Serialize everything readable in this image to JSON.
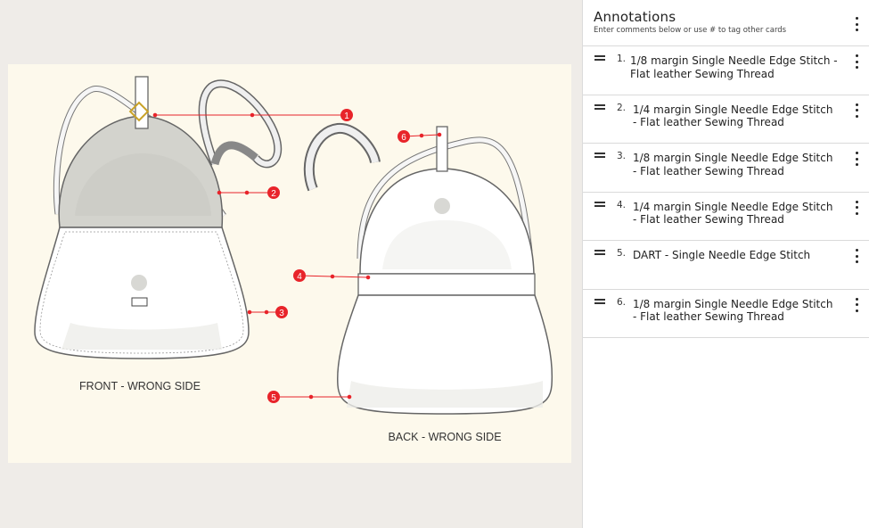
{
  "panel": {
    "title": "Annotations",
    "subtitle": "Enter comments below or use # to tag other cards"
  },
  "annotations": [
    {
      "num": "1.",
      "line1": "1/8 margin Single Needle Edge Stitch -",
      "line2": "Flat leather Sewing Thread"
    },
    {
      "num": "2.",
      "line1": "1/4 margin Single Needle Edge Stitch",
      "line2": "- Flat leather Sewing Thread"
    },
    {
      "num": "3.",
      "line1": "1/8 margin Single Needle Edge Stitch",
      "line2": "- Flat leather Sewing Thread"
    },
    {
      "num": "4.",
      "line1": "1/4 margin Single Needle Edge Stitch",
      "line2": "- Flat leather Sewing Thread"
    },
    {
      "num": "5.",
      "line1": "DART - Single Needle Edge Stitch",
      "line2": ""
    },
    {
      "num": "6.",
      "line1": "1/8 margin Single Needle Edge Stitch",
      "line2": "- Flat leather Sewing Thread"
    }
  ],
  "drawing": {
    "front_label": "FRONT - WRONG SIDE",
    "back_label": "BACK - WRONG SIDE",
    "markers": [
      "1",
      "2",
      "3",
      "4",
      "5",
      "6"
    ]
  },
  "colors": {
    "marker": "#e8242a",
    "drawing_bg": "#fdf9ec",
    "page_bg": "#efece8"
  }
}
